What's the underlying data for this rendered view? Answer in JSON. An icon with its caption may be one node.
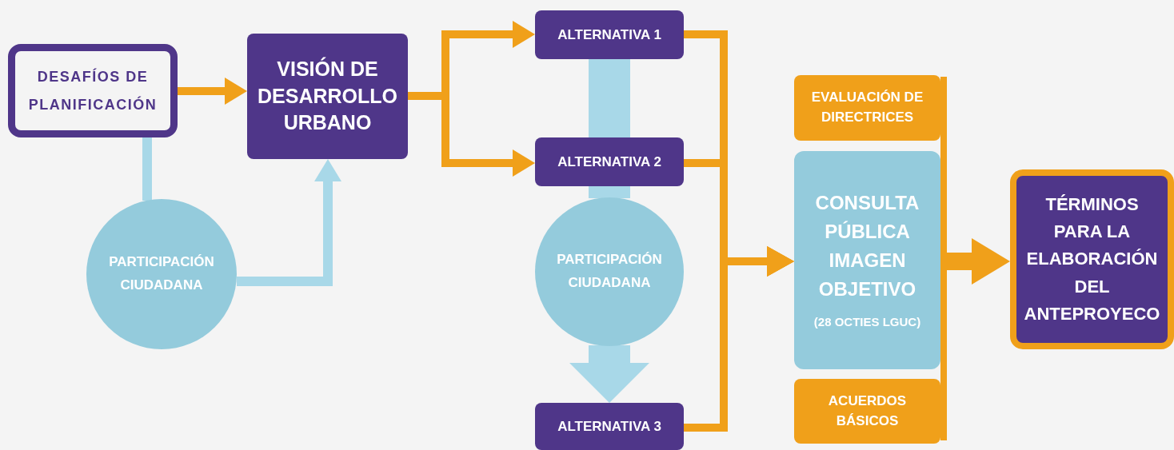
{
  "diagram": {
    "nodes": [
      {
        "text": [
          "DESAFÍOS DE PLANIFICACIÓN"
        ]
      },
      {
        "text": [
          "VISIÓN DE DESARROLLO URBANO"
        ]
      },
      {
        "text": [
          "PARTICIPACIÓN CIUDADANA"
        ]
      },
      {
        "text": [
          "ALTERNATIVA 1"
        ]
      },
      {
        "text": [
          "ALTERNATIVA 2"
        ]
      },
      {
        "text": [
          "PARTICIPACIÓN CIUDADANA"
        ]
      },
      {
        "text": [
          "ALTERNATIVA 3"
        ]
      },
      {
        "text": [
          "EVALUACIÓN DE DIRECTRICES"
        ]
      },
      {
        "text": [
          "CONSULTA PÚBLICA IMAGEN OBJETIVO",
          "(28 OCTIES LGUC)"
        ]
      },
      {
        "text": [
          "ACUERDOS BÁSICOS"
        ]
      },
      {
        "text": [
          "TÉRMINOS PARA LA ELABORACIÓN DEL ANTEPROYECO"
        ]
      },
      {
        "text": [],
        "shape": "bar"
      }
    ],
    "edges": [
      {
        "from": 0,
        "to": 1,
        "arrow": "to"
      },
      {
        "from": 0,
        "to": 2,
        "arrow": "none",
        "color": "#a8d8e8"
      },
      {
        "from": 2,
        "to": 1,
        "arrow": "to",
        "color": "#a8d8e8"
      },
      {
        "from": 1,
        "to": 3,
        "arrow": "to"
      },
      {
        "from": 1,
        "to": 4,
        "arrow": "to"
      },
      {
        "from": 3,
        "to": 4,
        "arrow": "none",
        "style": "thick",
        "color": "#a8d8e8"
      },
      {
        "from": 4,
        "to": 5,
        "arrow": "none",
        "style": "thick",
        "color": "#a8d8e8"
      },
      {
        "from": 5,
        "to": 6,
        "arrow": "to",
        "style": "thick",
        "color": "#a8d8e8"
      },
      {
        "from": 3,
        "to": 8,
        "arrow": "to"
      },
      {
        "from": 4,
        "to": 8,
        "arrow": "to"
      },
      {
        "from": 6,
        "to": 8,
        "arrow": "to"
      },
      {
        "from": 8,
        "to": 10,
        "arrow": "to",
        "style": "thick"
      }
    ]
  }
}
